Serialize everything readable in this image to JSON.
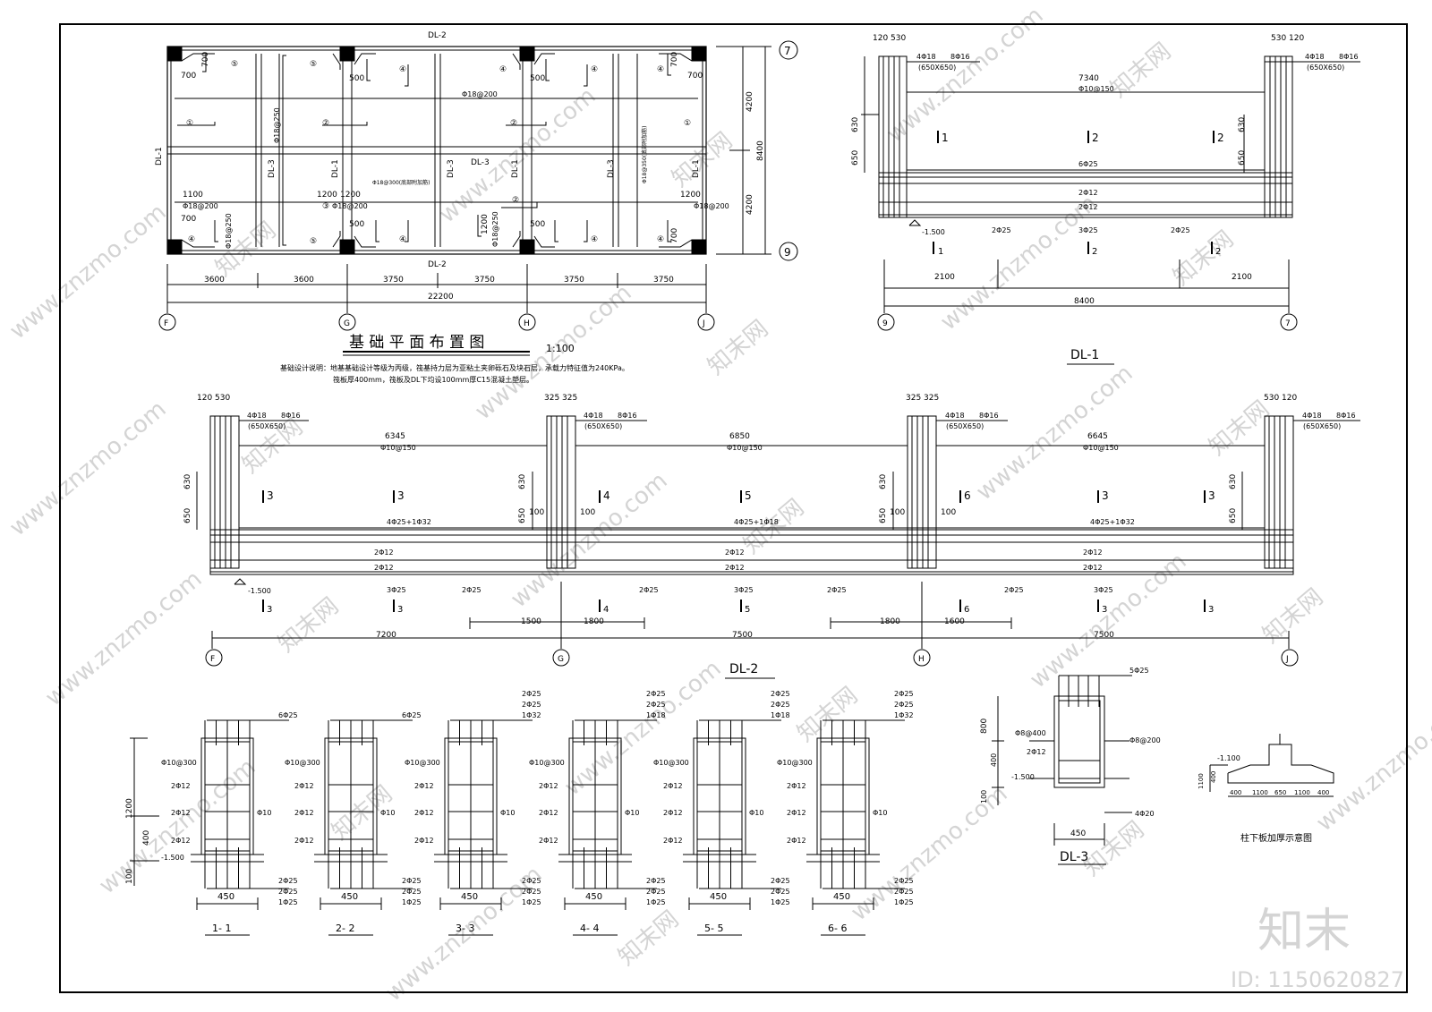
{
  "plan": {
    "title": "基 础 平 面 布 置 图",
    "scale": "1:100",
    "note_line1": "基础设计说明：地基基础设计等级为丙级，筏基持力层为亚粘土夹卵砾石及块石层，承载力特征值为240KPa。",
    "note_line2": "筏板厚400mm，筏板及DL下均设100mm厚C15混凝土垫层。",
    "top_beam": "DL-2",
    "bottom_beam": "DL-2",
    "left_beam": "DL-1",
    "inner_beams": [
      "DL-3",
      "DL-1",
      "DL-3",
      "DL-3",
      "DL-1",
      "DL-3",
      "DL-1"
    ],
    "spans": [
      "3600",
      "3600",
      "3750",
      "3750",
      "3750",
      "3750"
    ],
    "total_width": "22200",
    "heights": [
      "4200",
      "4200"
    ],
    "total_height": "8400",
    "axes_x": [
      "F",
      "G",
      "H",
      "J"
    ],
    "axes_y": [
      "7",
      "9"
    ],
    "rebar_h1": "Φ18@200",
    "rebar_v1": "Φ18@250",
    "rebar_mid": "Φ18@300(底部附加筋)",
    "rebar_v2": "Φ18@350(底部附加筋)",
    "rebar_corner": "Φ18@200",
    "rebar_corner_v": "Φ18@250",
    "dims_small": [
      "700",
      "700",
      "1100",
      "700",
      "500",
      "500",
      "500",
      "500",
      "1200",
      "1200",
      "1200",
      "700",
      "700",
      "1200",
      "700"
    ],
    "bar_marks": [
      "①",
      "②",
      "③",
      "④",
      "⑤"
    ]
  },
  "dl1": {
    "title": "DL-1",
    "top_left": "120 530",
    "top_right": "530 120",
    "col_rebar": "4Φ18",
    "col_stirrup": "8Φ16",
    "col_size": "(650X650)",
    "span": "7340",
    "stirrup": "Φ10@150",
    "top_bar": "6Φ25",
    "waist": "2Φ12",
    "bottom": [
      "2Φ25",
      "3Φ25",
      "2Φ25"
    ],
    "dim_630": "630",
    "dim_650": "650",
    "level": "-1.500",
    "sec": [
      "1",
      "2",
      "2"
    ],
    "d_left": "2100",
    "d_right": "2100",
    "total": "8400",
    "axes": [
      "9",
      "7"
    ]
  },
  "dl2": {
    "title": "DL-2",
    "spans": [
      "6345",
      "6850",
      "6645"
    ],
    "stirrup": "Φ10@150",
    "col_rebar": "4Φ18",
    "col_stirrup": "8Φ16",
    "col_size": "(650X650)",
    "tops": [
      "4Φ25+1Φ32",
      "4Φ25+1Φ18",
      "4Φ25+1Φ32"
    ],
    "waist": "2Φ12",
    "bottoms": [
      "3Φ25",
      "2Φ25",
      "2Φ25",
      "3Φ25",
      "2Φ25",
      "2Φ25",
      "3Φ25"
    ],
    "level": "-1.500",
    "d1": "1500",
    "d2": "1800",
    "d3": "1800",
    "d4": "1600",
    "totals": [
      "7200",
      "7500",
      "7500"
    ],
    "axes": [
      "F",
      "G",
      "H",
      "J"
    ],
    "sec_top": [
      "3",
      "3",
      "4",
      "5",
      "6",
      "3",
      "3"
    ],
    "sec_bot": [
      "3",
      "3",
      "4",
      "5",
      "6",
      "3",
      "3"
    ],
    "head_a": "120 530",
    "head_b": "325 325",
    "head_c": "325 325",
    "head_d": "530 120",
    "dim_100": "100"
  },
  "sections": [
    {
      "name": "1- 1",
      "t1": "6Φ25",
      "t2": "",
      "t3": "",
      "b1": "2Φ25",
      "b2": "2Φ25",
      "b3": "1Φ25"
    },
    {
      "name": "2- 2",
      "t1": "6Φ25",
      "t2": "",
      "t3": "",
      "b1": "2Φ25",
      "b2": "2Φ25",
      "b3": "1Φ25"
    },
    {
      "name": "3- 3",
      "t1": "1Φ32",
      "t2": "2Φ25",
      "t3": "2Φ25",
      "b1": "2Φ25",
      "b2": "2Φ25",
      "b3": "1Φ25"
    },
    {
      "name": "4- 4",
      "t1": "1Φ18",
      "t2": "2Φ25",
      "t3": "2Φ25",
      "b1": "2Φ25",
      "b2": "2Φ25",
      "b3": "1Φ25"
    },
    {
      "name": "5- 5",
      "t1": "1Φ18",
      "t2": "2Φ25",
      "t3": "2Φ25",
      "b1": "2Φ25",
      "b2": "2Φ25",
      "b3": "1Φ25"
    },
    {
      "name": "6- 6",
      "t1": "1Φ32",
      "t2": "2Φ25",
      "t3": "2Φ25",
      "b1": "2Φ25",
      "b2": "2Φ25",
      "b3": "1Φ25"
    }
  ],
  "section_common": {
    "stirrup": "Φ10@300",
    "waist": "2Φ12",
    "side": "Φ10",
    "width": "450",
    "h_total": "1200",
    "h_400": "400",
    "h_100": "100",
    "level": "-1.500"
  },
  "dl3": {
    "title": "DL-3",
    "top": "5Φ25",
    "stirrup": "Φ8@400",
    "stirrup_r": "Φ8@200",
    "waist": "2Φ12",
    "bottom": "4Φ20",
    "width": "450",
    "h800": "800",
    "h400": "400",
    "h100": "100",
    "level": "-1.500"
  },
  "thicken": {
    "title": "柱下板加厚示意图",
    "level": "-1.100",
    "h1100": "1100",
    "h400": "400",
    "dims": [
      "400",
      "1100",
      "650",
      "1100",
      "400"
    ]
  },
  "watermark": {
    "site": "www.znzmo.com",
    "brand": "知末网",
    "logo": "知末",
    "id": "ID: 1150620827"
  },
  "colors": {
    "line": "#000000",
    "watermark": "#d4d4d4",
    "background": "#ffffff"
  }
}
